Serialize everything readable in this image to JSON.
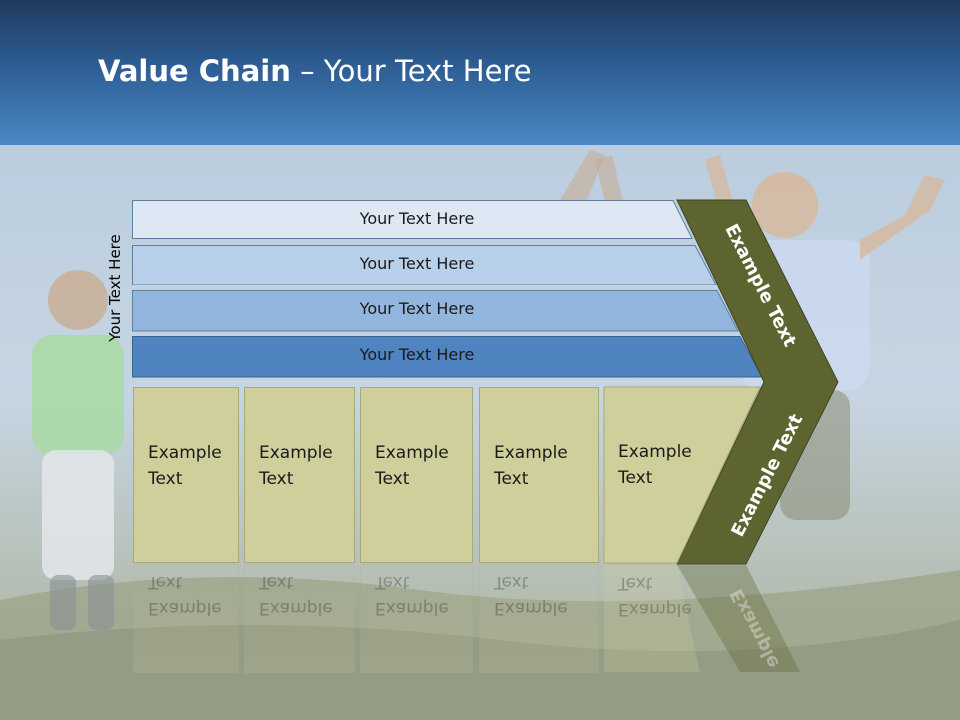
{
  "slide": {
    "title_bold": "Value Chain",
    "title_rest": " – Your Text Here"
  },
  "diagram": {
    "side_label": "Your Text Here",
    "bars": [
      {
        "label": "Your Text Here",
        "color": "#dde8f4"
      },
      {
        "label": "Your Text Here",
        "color": "#b9d0ea"
      },
      {
        "label": "Your Text Here",
        "color": "#93b6de"
      },
      {
        "label": "Your Text Here",
        "color": "#4f84c1"
      }
    ],
    "boxes": [
      {
        "line1": "Example",
        "line2": "Text"
      },
      {
        "line1": "Example",
        "line2": "Text"
      },
      {
        "line1": "Example",
        "line2": "Text"
      },
      {
        "line1": "Example",
        "line2": "Text"
      },
      {
        "line1": "Example",
        "line2": "Text"
      }
    ],
    "chevron_top_label": "Example Text",
    "chevron_bottom_label": "Example Text",
    "reflection_label": "Example",
    "colors": {
      "header_blue": "#2d5d93",
      "box_fill": "#cfcf9c",
      "chevron_fill": "#5e6430"
    }
  }
}
